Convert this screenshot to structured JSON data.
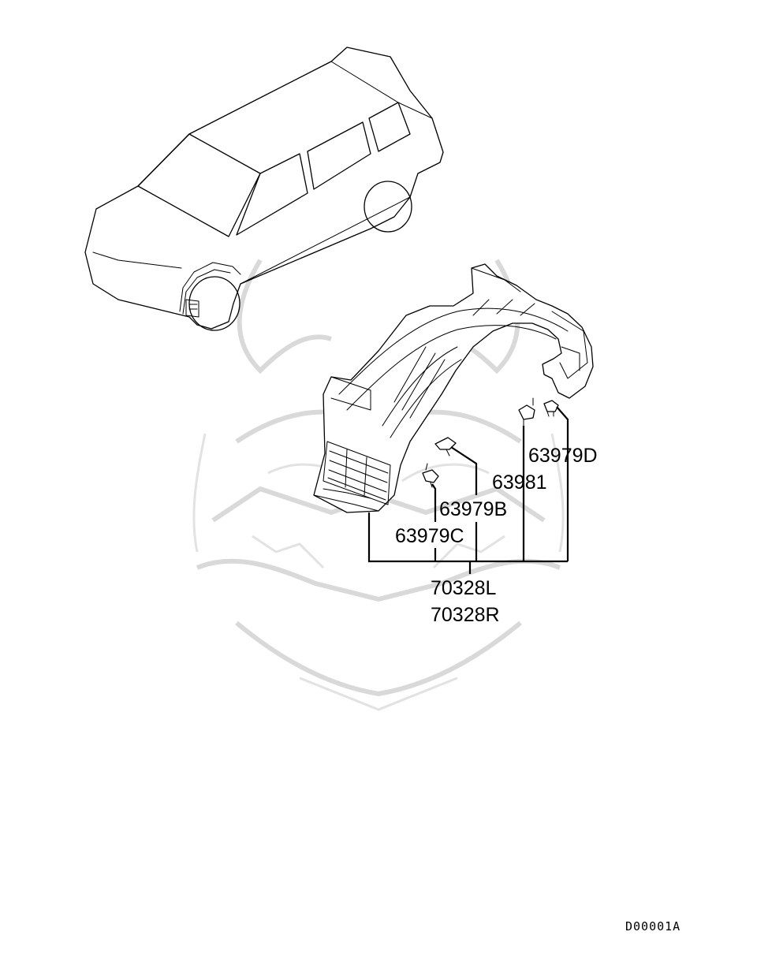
{
  "labels": {
    "p63979D": "63979D",
    "p63981": "63981",
    "p63979B": "63979B",
    "p63979C": "63979C",
    "p70328L": "70328L",
    "p70328R": "70328R"
  },
  "diagram_code": "D00001A",
  "colors": {
    "ink": "#000000",
    "watermark": "#d9d9d9",
    "background": "#ffffff"
  }
}
